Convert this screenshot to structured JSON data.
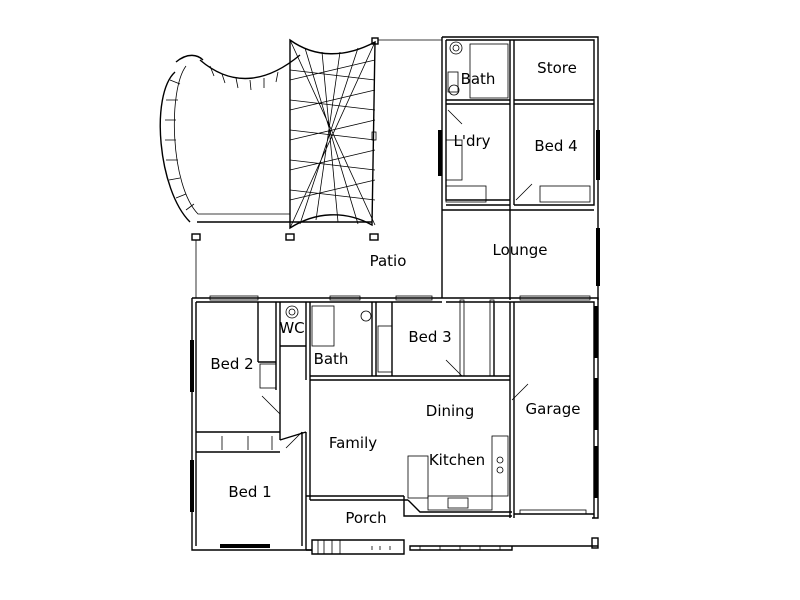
{
  "rooms": [
    {
      "key": "store",
      "label": "Store"
    },
    {
      "key": "bath_top",
      "label": "Bath"
    },
    {
      "key": "laundry",
      "label": "L'dry"
    },
    {
      "key": "bed4",
      "label": "Bed 4"
    },
    {
      "key": "lounge",
      "label": "Lounge"
    },
    {
      "key": "patio",
      "label": "Patio"
    },
    {
      "key": "wc",
      "label": "WC"
    },
    {
      "key": "bath_mid",
      "label": "Bath"
    },
    {
      "key": "bed3",
      "label": "Bed 3"
    },
    {
      "key": "bed2",
      "label": "Bed 2"
    },
    {
      "key": "dining",
      "label": "Dining"
    },
    {
      "key": "garage",
      "label": "Garage"
    },
    {
      "key": "family",
      "label": "Family"
    },
    {
      "key": "kitchen",
      "label": "Kitchen"
    },
    {
      "key": "bed1",
      "label": "Bed 1"
    },
    {
      "key": "porch",
      "label": "Porch"
    }
  ]
}
